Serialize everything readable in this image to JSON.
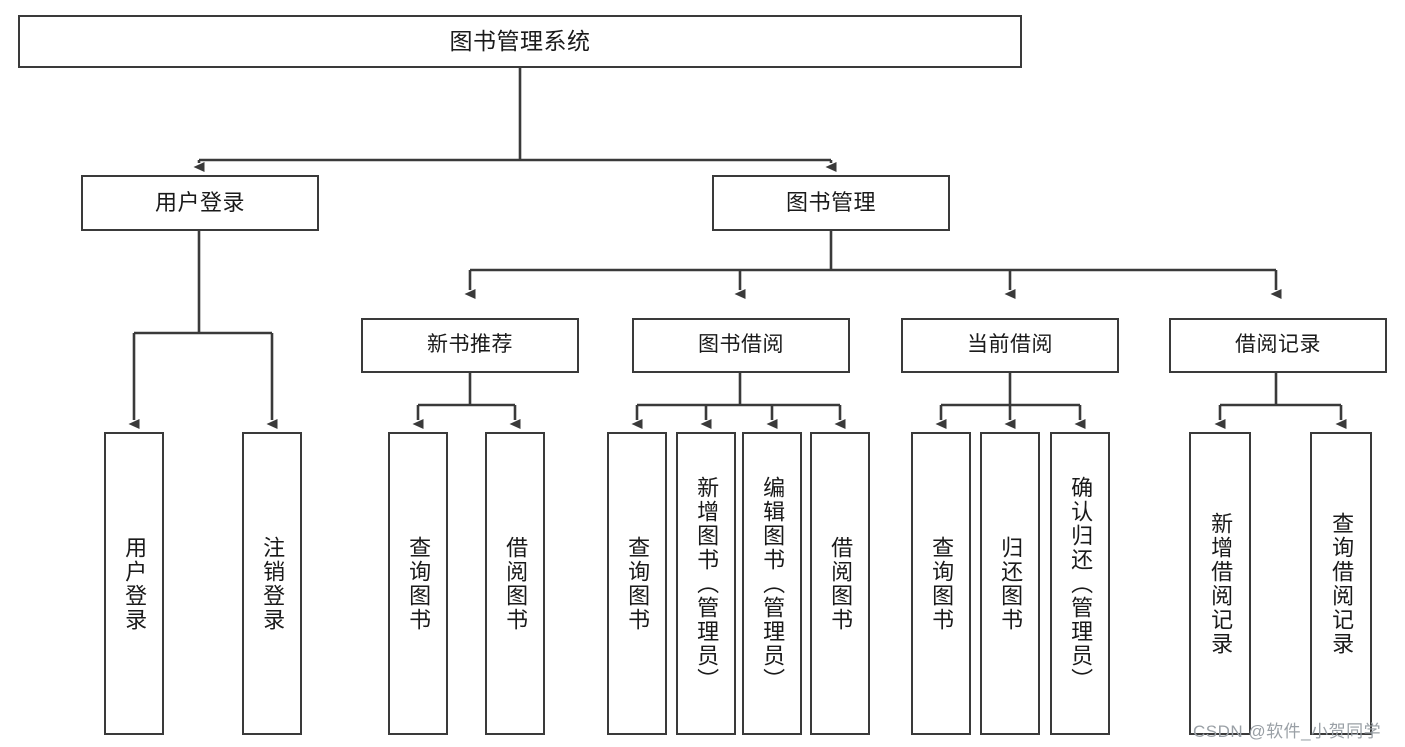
{
  "diagram": {
    "title": "图书管理系统",
    "type": "hierarchy-tree",
    "root": {
      "label": "图书管理系统"
    },
    "level1": [
      {
        "label": "用户登录"
      },
      {
        "label": "图书管理"
      }
    ],
    "level2": [
      {
        "label": "新书推荐"
      },
      {
        "label": "图书借阅"
      },
      {
        "label": "当前借阅"
      },
      {
        "label": "借阅记录"
      }
    ],
    "leaves": {
      "user_login": [
        {
          "label": "用户登录"
        },
        {
          "label": "注销登录"
        }
      ],
      "new_book_recommend": [
        {
          "label": "查询图书"
        },
        {
          "label": "借阅图书"
        }
      ],
      "book_borrow": [
        {
          "label": "查询图书"
        },
        {
          "label": "新增图书（管理员）"
        },
        {
          "label": "编辑图书（管理员）"
        },
        {
          "label": "借阅图书"
        }
      ],
      "current_borrow": [
        {
          "label": "查询图书"
        },
        {
          "label": "归还图书"
        },
        {
          "label": "确认归还（管理员）"
        }
      ],
      "borrow_record": [
        {
          "label": "新增借阅记录"
        },
        {
          "label": "查询借阅记录"
        }
      ]
    }
  },
  "watermark": {
    "text": "CSDN @软件_小贺同学"
  },
  "colors": {
    "stroke": "#3a3a3a",
    "background": "#ffffff",
    "text": "#1a1a1a",
    "watermark": "#9aa0a6"
  }
}
